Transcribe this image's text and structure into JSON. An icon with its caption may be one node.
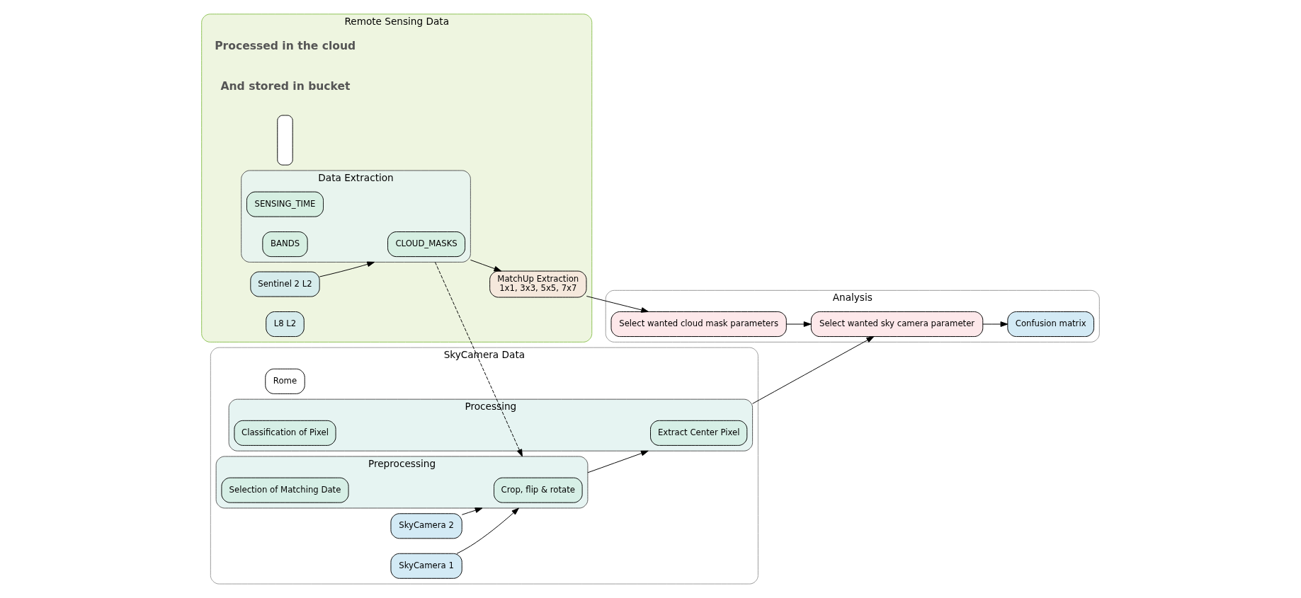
{
  "diagram": {
    "nodes": [
      {
        "text": [
          "Remote Sensing Data"
        ]
      },
      {
        "text": [],
        "shape": "box",
        "in": 0
      },
      {
        "text": [
          "Sentinel 2 L2"
        ],
        "in": 0
      },
      {
        "text": [
          "L8 L2"
        ],
        "in": 0
      },
      {
        "text": [
          "Data Extraction"
        ],
        "in": 0
      },
      {
        "text": [
          "SENSING_TIME"
        ],
        "in": 4
      },
      {
        "text": [
          "CLOUD_MASKS"
        ],
        "in": 4
      },
      {
        "text": [
          "BANDS"
        ],
        "in": 4
      },
      {
        "text": [
          "MatchUp Extraction",
          "1x1, 3x3, 5x5, 7x7"
        ],
        "in": 0
      },
      {
        "text": [
          "SkyCamera Data"
        ]
      },
      {
        "text": [
          "Rome"
        ],
        "in": 9
      },
      {
        "text": [
          "SkyCamera 1"
        ],
        "in": 9
      },
      {
        "text": [
          "SkyCamera 2"
        ],
        "in": 9
      },
      {
        "text": [
          "Preprocessing"
        ],
        "in": 9
      },
      {
        "text": [
          "Selection of Matching Date"
        ],
        "in": 13
      },
      {
        "text": [
          "Crop, flip & rotate"
        ],
        "in": 13
      },
      {
        "text": [
          "Processing"
        ],
        "in": 9
      },
      {
        "text": [
          "Classification of Pixel"
        ],
        "in": 16
      },
      {
        "text": [
          "Extract Center Pixel"
        ],
        "in": 16
      },
      {
        "text": [
          "Analysis"
        ]
      },
      {
        "text": [
          "Select wanted cloud mask parameters"
        ],
        "in": 19
      },
      {
        "text": [
          "Select wanted sky camera parameter"
        ],
        "in": 19
      },
      {
        "text": [
          "Confusion matrix"
        ],
        "in": 19
      }
    ],
    "edges": [
      {
        "from": 2,
        "to": 4,
        "arrow": "to"
      },
      {
        "from": 4,
        "to": 8,
        "arrow": "to"
      },
      {
        "from": 8,
        "to": 20,
        "arrow": "to"
      },
      {
        "from": 20,
        "to": 21,
        "arrow": "to"
      },
      {
        "from": 21,
        "to": 22,
        "arrow": "to"
      },
      {
        "from": 4,
        "to": 13,
        "arrow": "to",
        "style": "dashed"
      },
      {
        "from": 11,
        "to": 13,
        "arrow": "to"
      },
      {
        "from": 12,
        "to": 13,
        "arrow": "to"
      },
      {
        "from": 13,
        "to": 16,
        "arrow": "to"
      },
      {
        "from": 16,
        "to": 21,
        "arrow": "to"
      }
    ],
    "labels": [
      "Processed in the cloud",
      "And stored in bucket"
    ]
  }
}
